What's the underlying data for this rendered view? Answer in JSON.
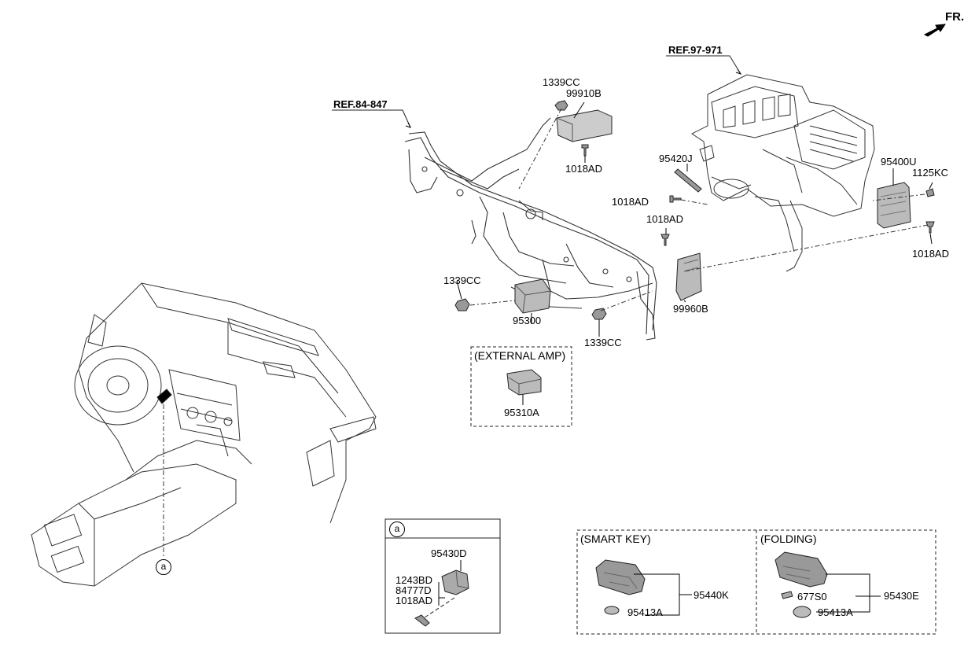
{
  "orientation": {
    "label": "FR."
  },
  "refs": {
    "ref_left": "REF.84-847",
    "ref_top": "REF.97-971"
  },
  "parts": {
    "p1339cc_top": "1339CC",
    "p99910b": "99910B",
    "p1018ad_top": "1018AD",
    "p95420j": "95420J",
    "p1018ad_mid": "1018AD",
    "p95400u": "95400U",
    "p1125kc": "1125KC",
    "p1018ad_right1": "1018AD",
    "p1018ad_right2": "1018AD",
    "p1339cc_left": "1339CC",
    "p95300": "95300",
    "p1339cc_bottom": "1339CC",
    "p99960b": "99960B"
  },
  "external_amp": {
    "title": "(EXTERNAL AMP)",
    "part": "95310A"
  },
  "detail_a": {
    "marker": "a",
    "p95430d": "95430D",
    "p1243bd": "1243BD",
    "p84777d": "84777D",
    "p1018ad": "1018AD"
  },
  "callout_marker": "a",
  "smart_key": {
    "title": "(SMART KEY)",
    "key": "95440K",
    "battery": "95413A"
  },
  "folding": {
    "title": "(FOLDING)",
    "key": "95430E",
    "blade": "677S0",
    "battery": "95413A"
  }
}
